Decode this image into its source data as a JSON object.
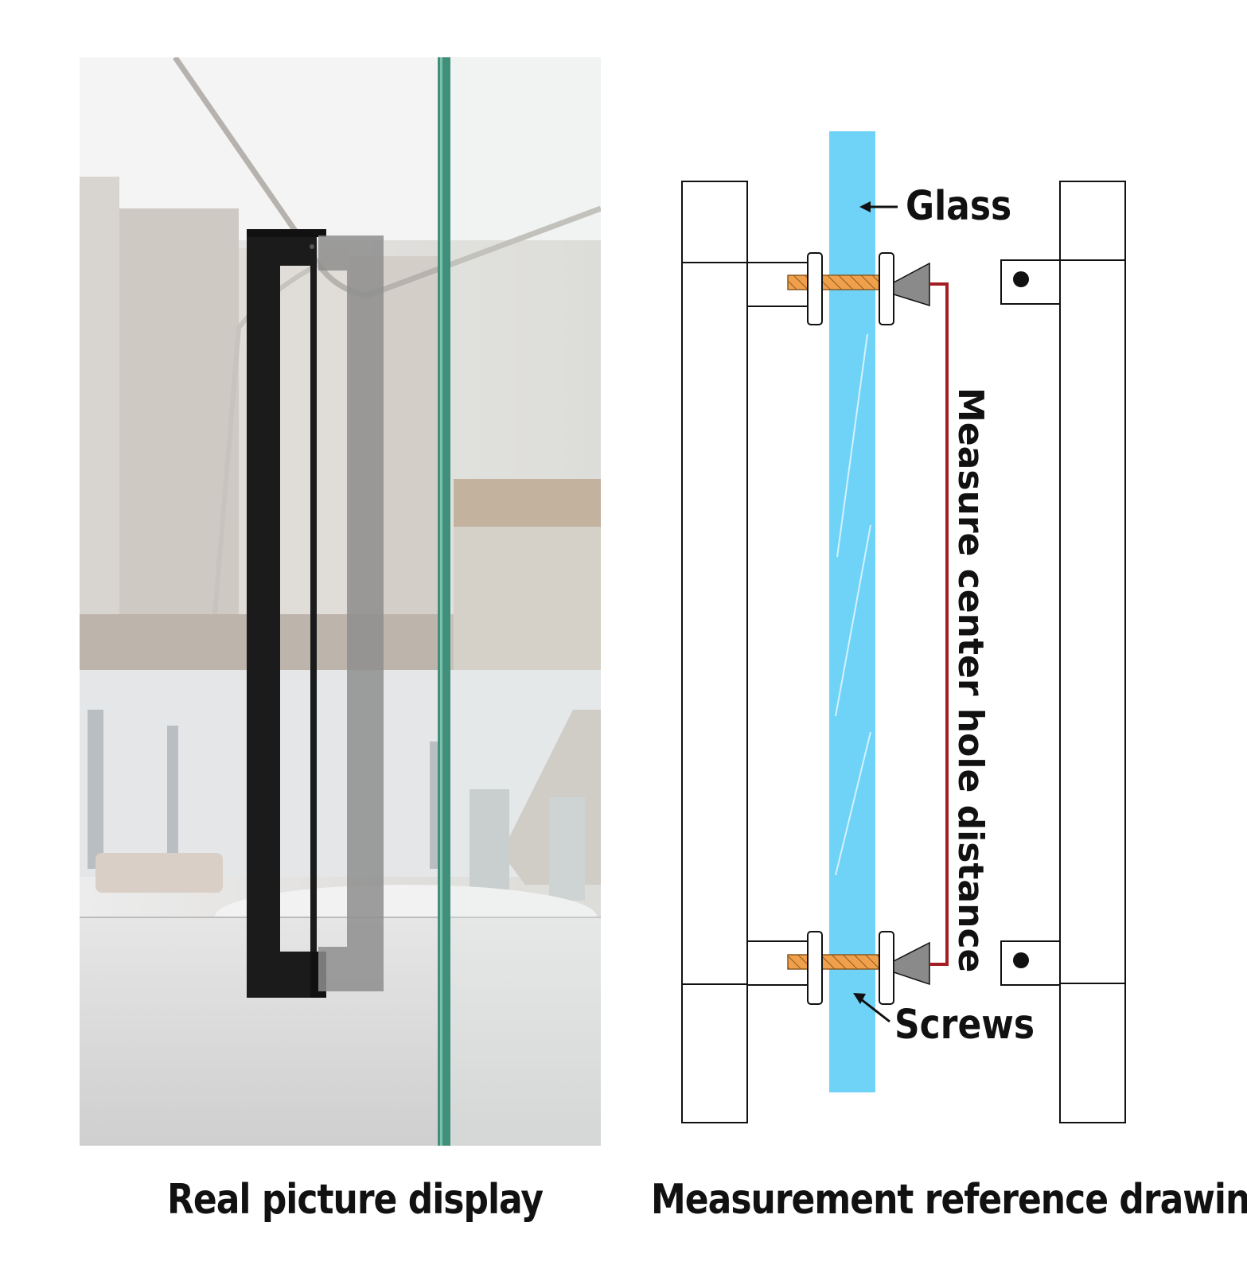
{
  "captions": {
    "left": "Real picture display",
    "right": "Measurement reference drawing"
  },
  "labels": {
    "glass": "Glass",
    "screws": "Screws",
    "measure": "Measure center hole distance"
  },
  "colors": {
    "glass": "#6fd3f7",
    "measure_line": "#a51e22",
    "screw_shaft": "#f0a04b",
    "cone": "#8a8a8a",
    "handle_black": "#1b1b1b",
    "handle_gray": "#9a9a9a",
    "glass_edge": "#3f8f7a"
  }
}
